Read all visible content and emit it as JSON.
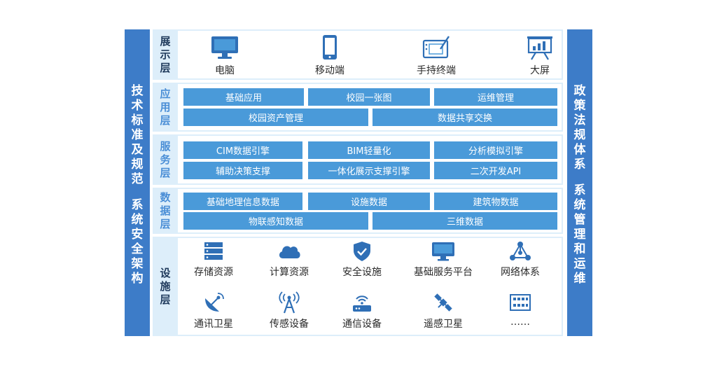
{
  "left_side": {
    "text1": "技术标准及规范",
    "text2": "系统安全架构"
  },
  "right_side": {
    "text1": "政策法规体系",
    "text2": "系统管理和运维"
  },
  "colors": {
    "side_bar": "#3d7cc8",
    "box": "#4a9ad9",
    "layer_bg": "#ddeefa",
    "icon": "#2f6fb6"
  },
  "display_layer": {
    "label": "展示层",
    "items": [
      {
        "icon": "monitor-icon",
        "label": "电脑"
      },
      {
        "icon": "mobile-phone-icon",
        "label": "移动端"
      },
      {
        "icon": "handheld-tablet-icon",
        "label": "手持终端"
      },
      {
        "icon": "big-screen-icon",
        "label": "大屏"
      }
    ]
  },
  "application_layer": {
    "label": "应用层",
    "row1": [
      "基础应用",
      "校园一张图",
      "运维管理"
    ],
    "row2": [
      "校园资产管理",
      "数据共享交换"
    ]
  },
  "service_layer": {
    "label": "服务层",
    "row1": [
      "CIM数据引擎",
      "BIM轻量化",
      "分析模拟引擎"
    ],
    "row2": [
      "辅助决策支撑",
      "一体化展示支撑引擎",
      "二次开发API"
    ]
  },
  "data_layer": {
    "label": "数据层",
    "row1": [
      "基础地理信息数据",
      "设施数据",
      "建筑物数据"
    ],
    "row2": [
      "物联感知数据",
      "三维数据"
    ]
  },
  "facility_layer": {
    "label": "设施层",
    "row1": [
      {
        "icon": "server-icon",
        "label": "存储资源"
      },
      {
        "icon": "cloud-icon",
        "label": "计算资源"
      },
      {
        "icon": "shield-check-icon",
        "label": "安全设施"
      },
      {
        "icon": "monitor-icon",
        "label": "基础服务平台"
      },
      {
        "icon": "network-icon",
        "label": "网络体系"
      }
    ],
    "row2": [
      {
        "icon": "satellite-dish-icon",
        "label": "通讯卫星"
      },
      {
        "icon": "antenna-icon",
        "label": "传感设备"
      },
      {
        "icon": "router-icon",
        "label": "通信设备"
      },
      {
        "icon": "satellite-icon",
        "label": "遥感卫星"
      },
      {
        "icon": "grid-panel-icon",
        "label": "……"
      }
    ]
  }
}
